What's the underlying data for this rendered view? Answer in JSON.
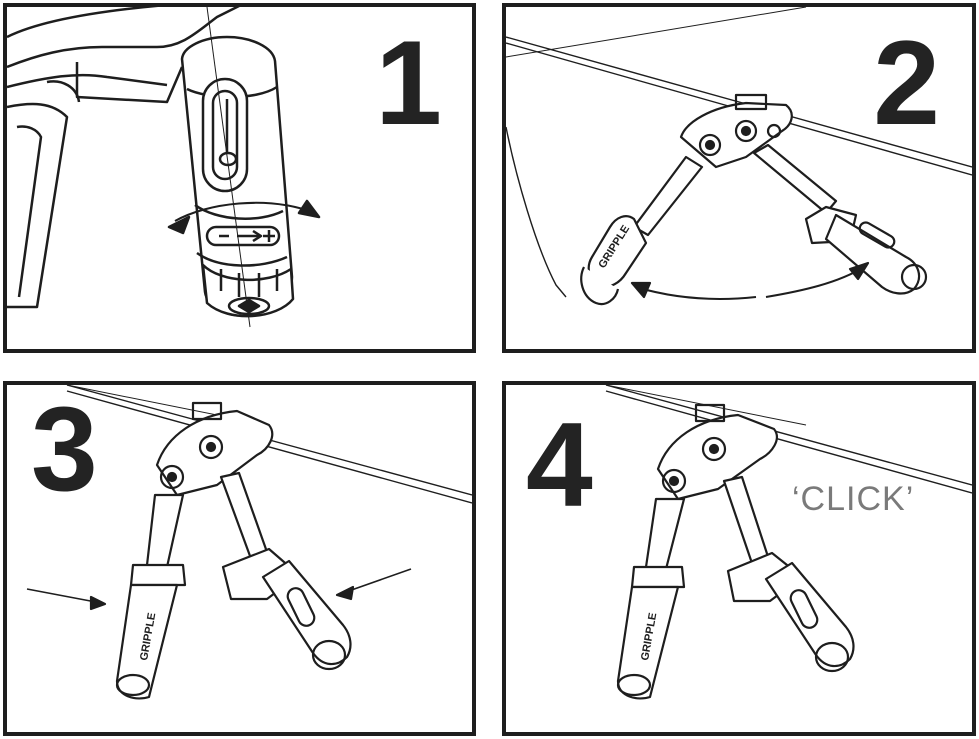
{
  "panels": [
    {
      "step": "1",
      "caption": ""
    },
    {
      "step": "2",
      "caption": ""
    },
    {
      "step": "3",
      "caption": ""
    },
    {
      "step": "4",
      "caption": "‘CLICK’"
    }
  ],
  "grip_logo": "GRIPPLE",
  "adjuster_symbols": {
    "minus": "−",
    "plus": "+"
  },
  "colors": {
    "line": "#1e1e1e",
    "fill": "#ffffff",
    "shade": "#d9d9d9",
    "caption": "#7a7a7a"
  }
}
